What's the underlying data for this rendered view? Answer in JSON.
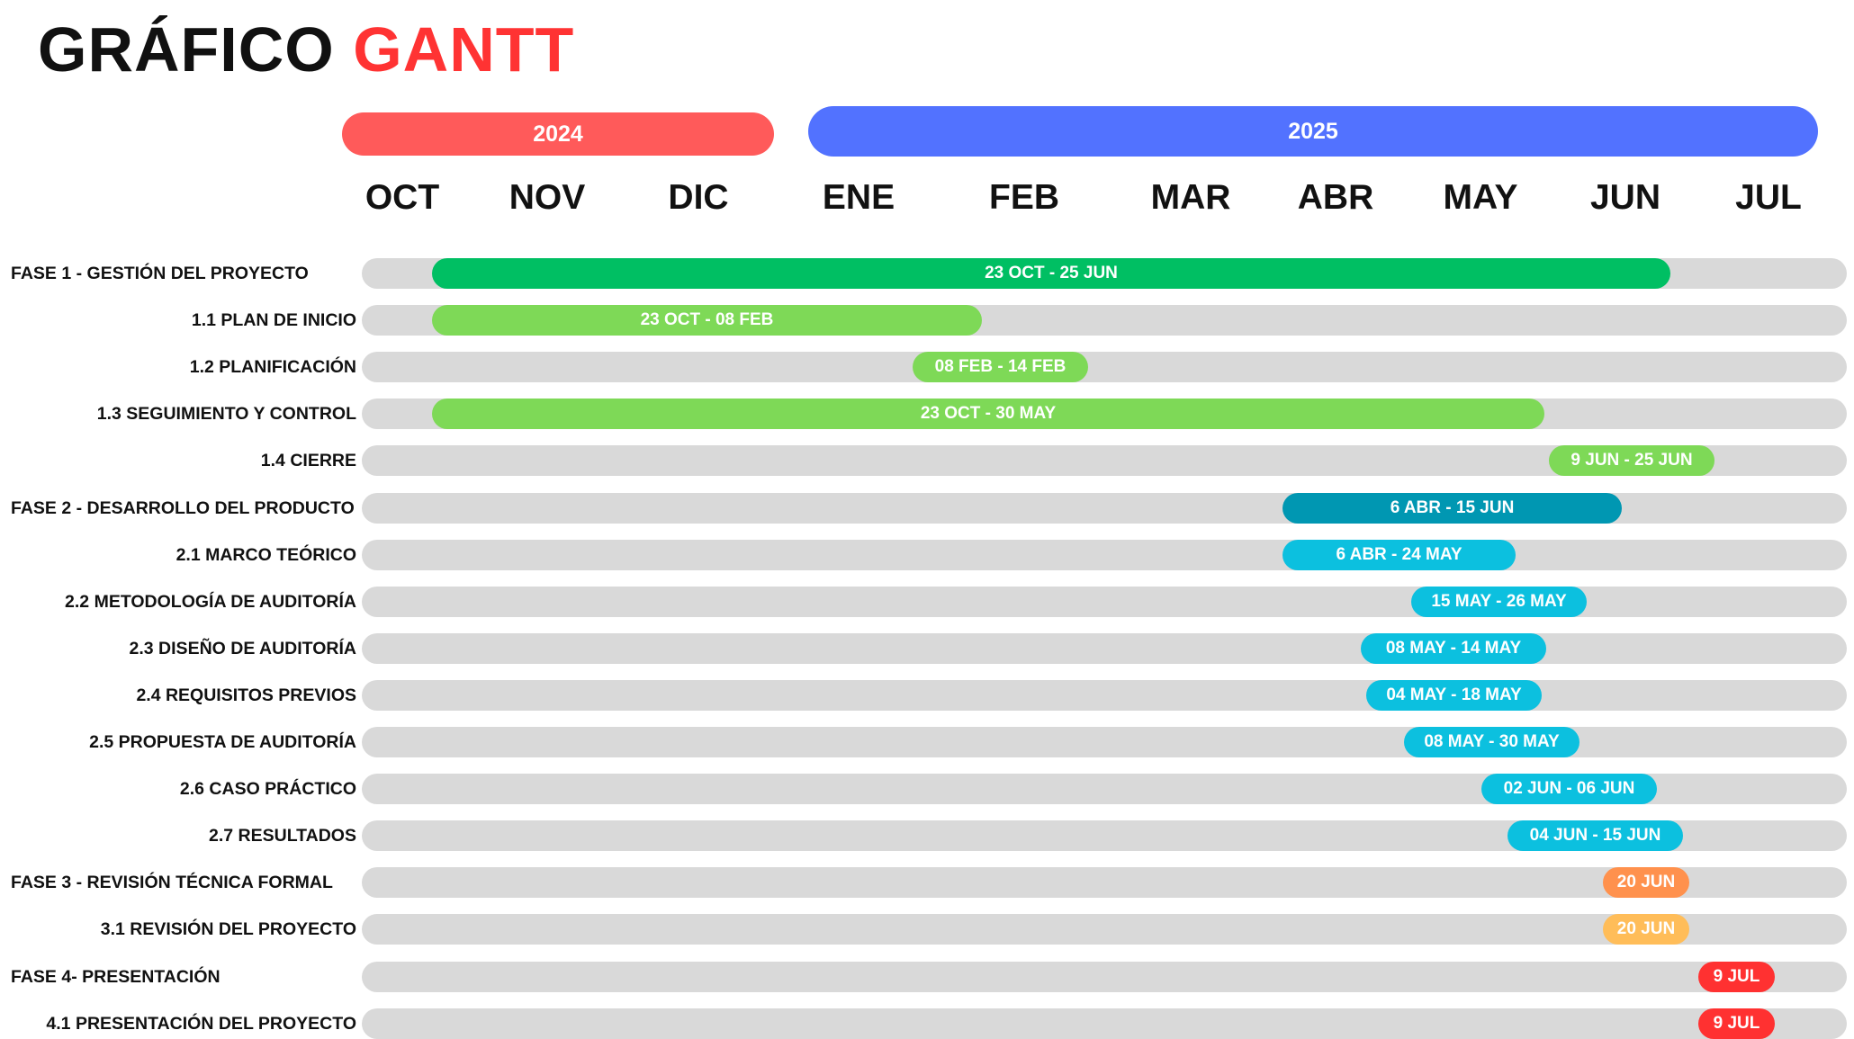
{
  "title": {
    "part1": "GRÁFICO",
    "part2": "GANTT"
  },
  "colors": {
    "title_accent": "#ff3333",
    "year_2024": "#ff5a5a",
    "year_2025": "#5272ff",
    "track": "#d9d9d9",
    "phase1": "#00bf63",
    "phase1_tasks": "#7ed957",
    "phase2": "#0097b2",
    "phase2_tasks": "#0cc0df",
    "phase3": "#ff914d",
    "phase3_tasks": "#ffbd59",
    "phase4": "#ff3131"
  },
  "chart_data": {
    "type": "bar",
    "orientation": "horizontal-gantt",
    "title": "GRÁFICO GANTT",
    "years": [
      {
        "label": "2024",
        "months": [
          "OCT",
          "NOV",
          "DIC"
        ]
      },
      {
        "label": "2025",
        "months": [
          "ENE",
          "FEB",
          "MAR",
          "ABR",
          "MAY",
          "JUN",
          "JUL"
        ]
      }
    ],
    "months": [
      "OCT",
      "NOV",
      "DIC",
      "ENE",
      "FEB",
      "MAR",
      "ABR",
      "MAY",
      "JUN",
      "JUL"
    ],
    "tasks": [
      {
        "name": "FASE 1 - GESTIÓN DEL PROYECTO",
        "kind": "phase",
        "start": "2024-10-23",
        "end": "2025-06-25",
        "label": "23 OCT - 25 JUN",
        "color": "#00bf63"
      },
      {
        "name": "1.1 PLAN DE INICIO",
        "kind": "task",
        "start": "2024-10-23",
        "end": "2025-02-08",
        "label": "23 OCT - 08 FEB",
        "color": "#7ed957"
      },
      {
        "name": "1.2 PLANIFICACIÓN",
        "kind": "task",
        "start": "2025-02-08",
        "end": "2025-02-14",
        "label": "08 FEB - 14 FEB",
        "color": "#7ed957"
      },
      {
        "name": "1.3 SEGUIMIENTO Y CONTROL",
        "kind": "task",
        "start": "2024-10-23",
        "end": "2025-05-30",
        "label": "23 OCT - 30 MAY",
        "color": "#7ed957"
      },
      {
        "name": "1.4 CIERRE",
        "kind": "task",
        "start": "2025-06-09",
        "end": "2025-06-25",
        "label": "9 JUN - 25 JUN",
        "color": "#7ed957"
      },
      {
        "name": "FASE 2 - DESARROLLO DEL PRODUCTO",
        "kind": "phase",
        "start": "2025-04-06",
        "end": "2025-06-15",
        "label": "6 ABR - 15 JUN",
        "color": "#0097b2"
      },
      {
        "name": "2.1 MARCO TEÓRICO",
        "kind": "task",
        "start": "2025-04-06",
        "end": "2025-05-24",
        "label": "6 ABR - 24 MAY",
        "color": "#0cc0df"
      },
      {
        "name": "2.2 METODOLOGÍA DE AUDITORÍA",
        "kind": "task",
        "start": "2025-05-15",
        "end": "2025-05-26",
        "label": "15 MAY - 26 MAY",
        "color": "#0cc0df"
      },
      {
        "name": "2.3 DISEÑO DE AUDITORÍA",
        "kind": "task",
        "start": "2025-05-08",
        "end": "2025-05-14",
        "label": "08 MAY - 14  MAY",
        "color": "#0cc0df"
      },
      {
        "name": "2.4 REQUISITOS PREVIOS",
        "kind": "task",
        "start": "2025-05-04",
        "end": "2025-05-18",
        "label": "04 MAY - 18 MAY",
        "color": "#0cc0df"
      },
      {
        "name": "2.5 PROPUESTA DE AUDITORÍA",
        "kind": "task",
        "start": "2025-05-08",
        "end": "2025-05-30",
        "label": "08 MAY - 30 MAY",
        "color": "#0cc0df"
      },
      {
        "name": "2.6 CASO PRÁCTICO",
        "kind": "task",
        "start": "2025-06-02",
        "end": "2025-06-06",
        "label": "02 JUN - 06 JUN",
        "color": "#0cc0df"
      },
      {
        "name": "2.7 RESULTADOS",
        "kind": "task",
        "start": "2025-06-04",
        "end": "2025-06-15",
        "label": "04 JUN - 15 JUN",
        "color": "#0cc0df"
      },
      {
        "name": "FASE 3 - REVISIÓN TÉCNICA FORMAL",
        "kind": "phase",
        "start": "2025-06-20",
        "end": "2025-06-20",
        "label": "20 JUN",
        "color": "#ff914d"
      },
      {
        "name": "3.1 REVISIÓN DEL PROYECTO",
        "kind": "task",
        "start": "2025-06-20",
        "end": "2025-06-20",
        "label": "20 JUN",
        "color": "#ffbd59"
      },
      {
        "name": "FASE 4- PRESENTACIÓN",
        "kind": "phase",
        "start": "2025-07-09",
        "end": "2025-07-09",
        "label": "9 JUL",
        "color": "#ff3131"
      },
      {
        "name": "4.1 PRESENTACIÓN DEL PROYECTO",
        "kind": "task",
        "start": "2025-07-09",
        "end": "2025-07-09",
        "label": "9 JUL",
        "color": "#ff3131"
      }
    ]
  }
}
